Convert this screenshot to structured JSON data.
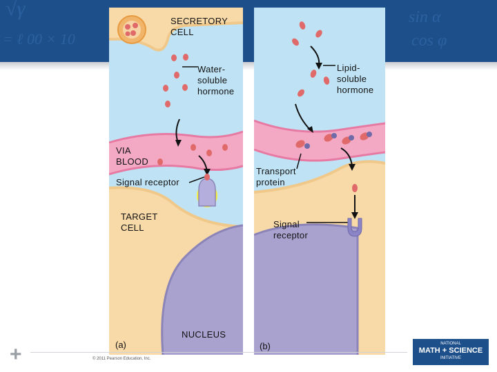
{
  "labels": {
    "secretory_cell": "SECRETORY\nCELL",
    "water_soluble": "Water-\nsoluble\nhormone",
    "lipid_soluble": "Lipid-\nsoluble\nhormone",
    "via_blood": "VIA\nBLOOD",
    "signal_receptor_a": "Signal receptor",
    "transport_protein": "Transport\nprotein",
    "target_cell": "TARGET\nCELL",
    "signal_receptor_b": "Signal\nreceptor",
    "nucleus": "NUCLEUS",
    "panel_a": "(a)",
    "panel_b": "(b)"
  },
  "credit": "© 2011 Pearson Education, Inc.",
  "logo": {
    "line1": "NATIONAL",
    "line2": "MATH + SCIENCE",
    "line3": "INITIATIVE"
  },
  "colors": {
    "banner": "#1d4f8a",
    "cytoplasm": "#f8d9a8",
    "extracellular": "#bfe3f4",
    "blood": "#f3a9c4",
    "nucleus": "#a9a2cf",
    "hormone": "#e06a6a",
    "receptor": "#b3aedb",
    "highlight": "#f7ee3a"
  }
}
